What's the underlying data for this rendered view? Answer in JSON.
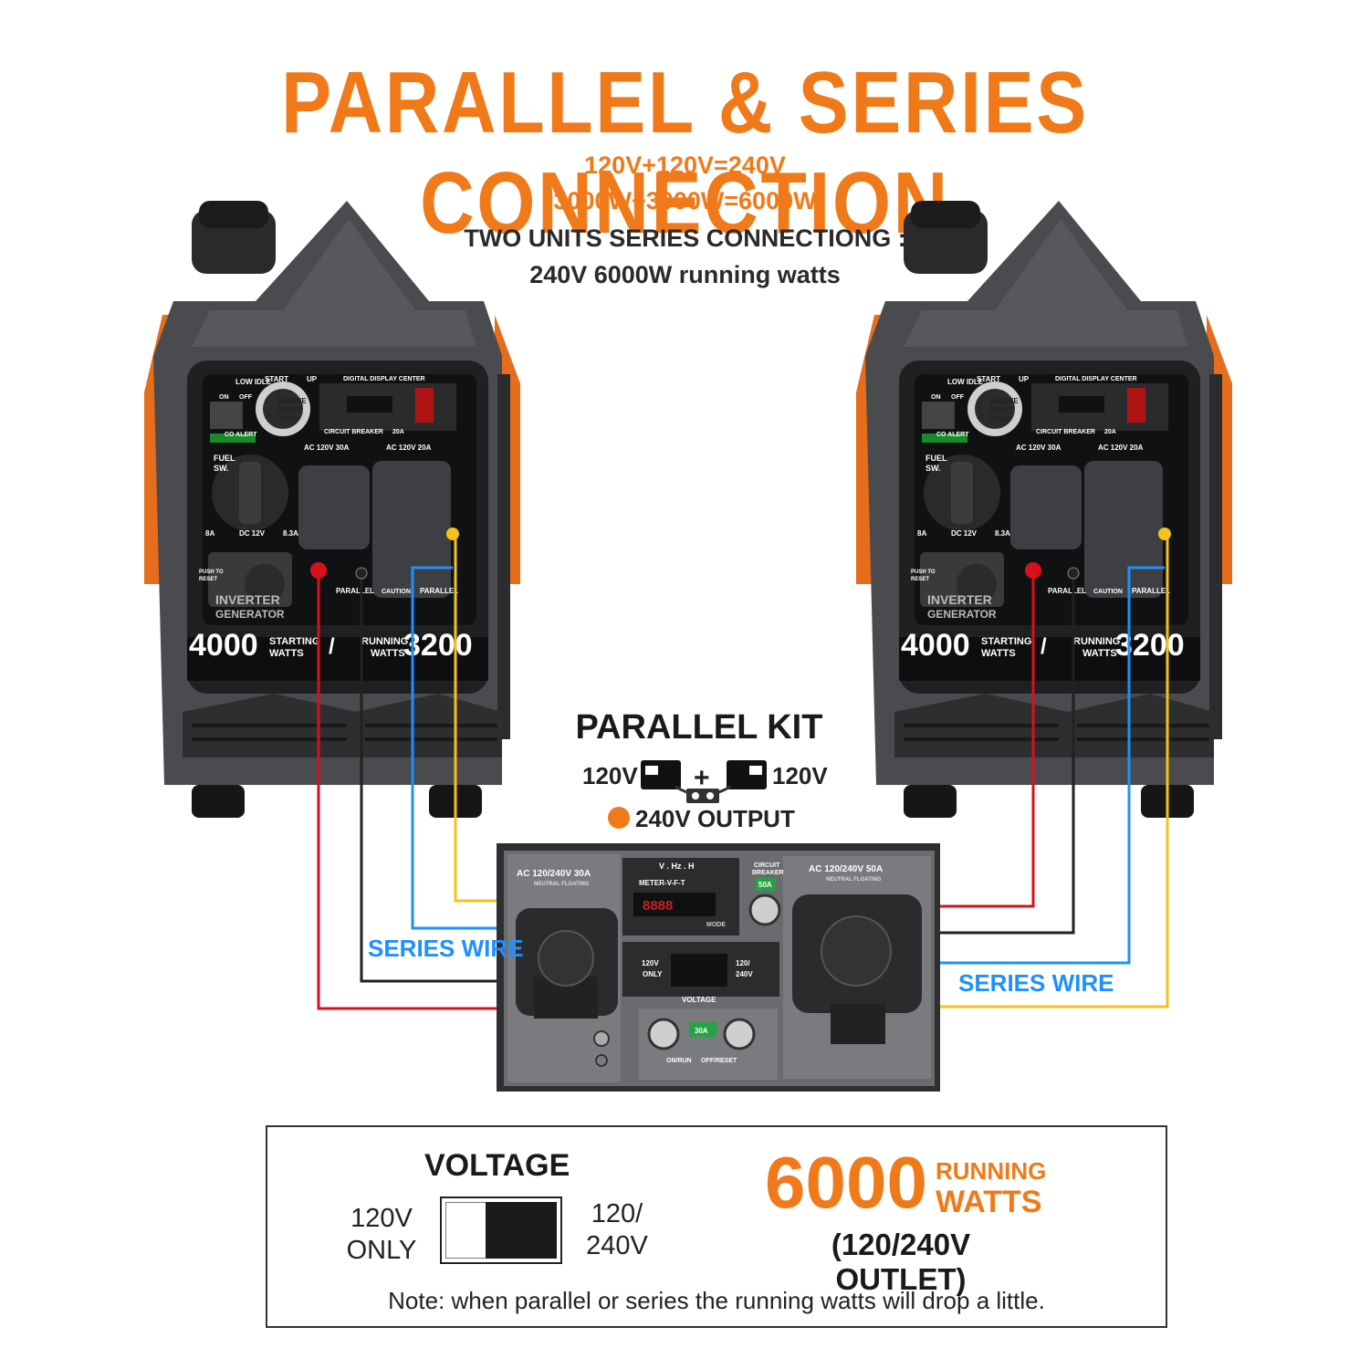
{
  "title": "PARALLEL & SERIES CONNECTION",
  "equations": {
    "voltage": "120V+120V=240V",
    "watts": "3000W+3000W=6000W",
    "series_heading": "TWO UNITS SERIES  CONNECTIONG :",
    "series_result": "240V 6000W running watts"
  },
  "generator": {
    "starting_watts": "4000",
    "starting_label_1": "STARTING",
    "starting_label_2": "WATTS",
    "separator": "/",
    "running_label_1": "RUNNING",
    "running_label_2": "WATTS",
    "running_watts": "3200",
    "inverter_1": "INVERTER",
    "inverter_2": "GENERATOR",
    "panel": {
      "low_idle": "LOW IDLE",
      "start": "START",
      "up": "UP",
      "display_center": "DIGITAL DISPLAY CENTER",
      "on": "ON",
      "off": "OFF",
      "engine_1": "ENGINE",
      "engine_2": "START",
      "engine_3": "STOP",
      "co_alert": "CO ALERT",
      "fuel_1": "FUEL",
      "fuel_2": "SW.",
      "circuit_breaker": "CIRCUIT BREAKER",
      "amp_20": "20A",
      "ac30": "AC 120V 30A",
      "ac20": "AC 120V 20A",
      "dc": "DC 12V",
      "amp_8": "8A",
      "amp_83": "8.3A",
      "push_reset_1": "PUSH TO",
      "push_reset_2": "RESET",
      "parallel": "PARALLEL",
      "caution": "CAUTION"
    }
  },
  "kit": {
    "title": "PARALLEL KIT",
    "left_voltage": "120V",
    "plus": "+",
    "right_voltage": "120V",
    "output": "240V OUTPUT",
    "output_dot_color": "#f07a1a",
    "panel": {
      "ac30": "AC 120/240V 30A",
      "ac30_sub": "NEUTRAL FLOATING",
      "meter_header": "V . Hz . H",
      "meter_label": "METER-V-F-T",
      "meter_digits": "8888",
      "meter_mode": "MODE",
      "breaker_1": "CIRCUIT",
      "breaker_2": "BREAKER",
      "breaker_amp": "50A",
      "ac50": "AC 120/240V 50A",
      "ac50_sub": "NEUTRAL FLOATING",
      "sw_left_1": "120V",
      "sw_left_2": "ONLY",
      "sw_right_1": "120/",
      "sw_right_2": "240V",
      "voltage": "VOLTAGE",
      "amp_30": "30A",
      "on_run": "ON/RUN",
      "off_reset": "OFF/RESET"
    }
  },
  "series_wire_left": "SERIES WIRE",
  "series_wire_right": "SERIES WIRE",
  "wire_colors": {
    "red": "#d8101c",
    "black": "#222222",
    "blue": "#1e90ff",
    "yellow": "#f4c21a"
  },
  "accent_color": "#f07a1a",
  "summary": {
    "voltage_title": "VOLTAGE",
    "switch_left_1": "120V",
    "switch_left_2": "ONLY",
    "switch_right_1": "120/",
    "switch_right_2": "240V",
    "watts": "6000",
    "running_1": "RUNNING",
    "running_2": "WATTS",
    "outlet": "(120/240V OUTLET)",
    "note": "Note: when parallel or series the running watts will drop a little."
  }
}
